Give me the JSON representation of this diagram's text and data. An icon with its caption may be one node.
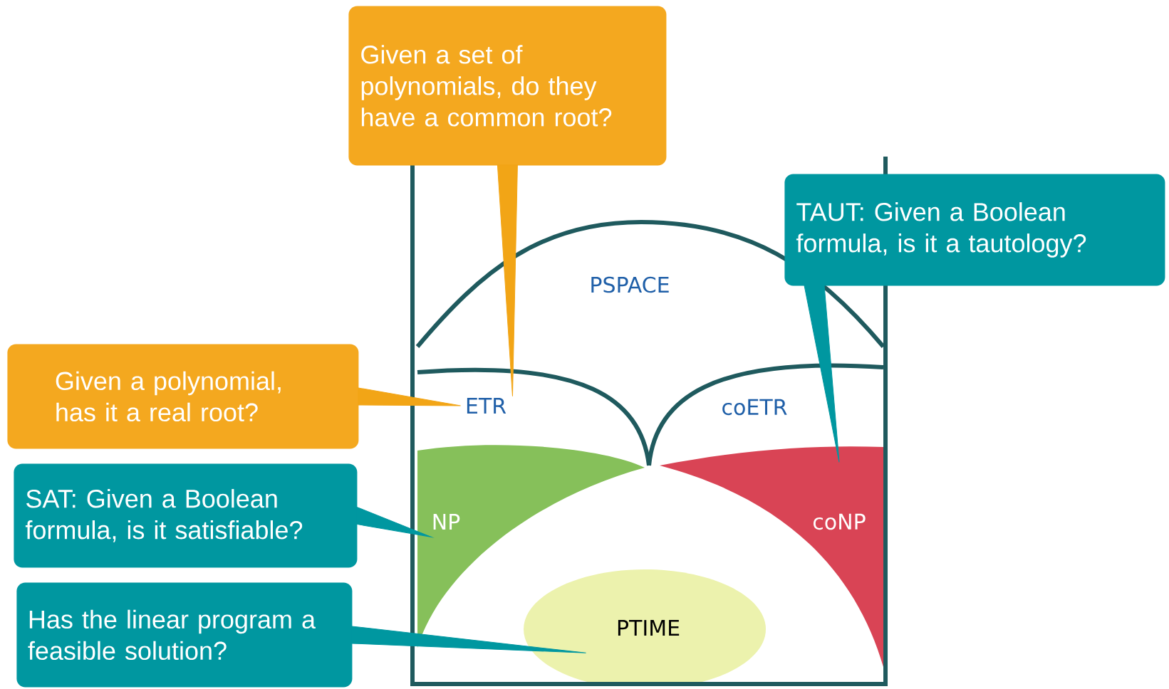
{
  "diagram": {
    "nodes": [
      {
        "text": [
          "Given a set of polynomials, do they have a common root?"
        ]
      },
      {
        "text": [
          "TAUT: Given a Boolean formula, is it a tautology?"
        ]
      },
      {
        "text": [
          "PSPACE"
        ]
      },
      {
        "text": [
          "Given a polynomial, has it a real root?"
        ]
      },
      {
        "text": [
          "ETR"
        ]
      },
      {
        "text": [
          "coETR"
        ]
      },
      {
        "text": [
          "SAT: Given a Boolean formula, is it satisfiable?"
        ]
      },
      {
        "text": [
          "NP"
        ]
      },
      {
        "text": [
          "coNP"
        ]
      },
      {
        "text": [
          "Has the linear program a feasible solution?"
        ]
      },
      {
        "text": [
          "PTIME"
        ]
      }
    ],
    "edges": [
      {
        "from": 0,
        "to": 4,
        "arrow": "to",
        "color": "#f2a516"
      },
      {
        "from": 1,
        "to": 8,
        "arrow": "to"
      },
      {
        "from": 3,
        "to": 4,
        "arrow": "to",
        "color": "#f2a516"
      },
      {
        "from": 6,
        "to": 7,
        "arrow": "to"
      },
      {
        "from": 9,
        "to": 10,
        "arrow": "to"
      }
    ]
  }
}
